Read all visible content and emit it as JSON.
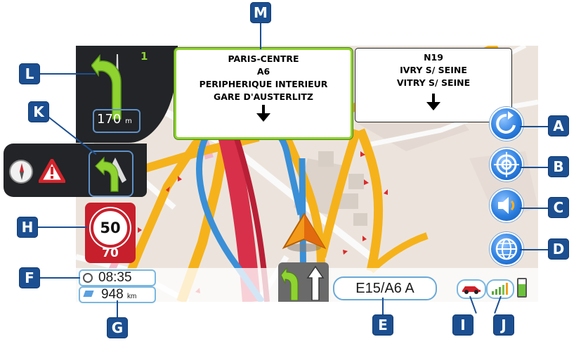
{
  "turn": {
    "distance": "170",
    "unit": "m",
    "exit_number": "1"
  },
  "sign_main": {
    "lines": [
      "PARIS-CENTRE",
      "A6",
      "PERIPHERIQUE INTERIEUR",
      "GARE D'AUSTERLITZ"
    ]
  },
  "sign_right": {
    "lines": [
      "N19",
      "IVRY S/ SEINE",
      "VITRY S/ SEINE"
    ]
  },
  "speed": {
    "limit": "50",
    "current": "70"
  },
  "clock": {
    "time": "08:35"
  },
  "remaining": {
    "distance": "948",
    "unit": "km"
  },
  "road": {
    "name": "E15/A6 A"
  },
  "callouts": {
    "A": "A",
    "B": "B",
    "C": "C",
    "D": "D",
    "E": "E",
    "F": "F",
    "G": "G",
    "H": "H",
    "I": "I",
    "J": "J",
    "K": "K",
    "L": "L",
    "M": "M"
  },
  "icons": {
    "reroute": "reroute-icon",
    "target": "target-icon",
    "volume": "speaker-icon",
    "globe": "globe-icon",
    "compass": "compass-icon",
    "warning": "warning-icon",
    "car": "car-icon",
    "signal": "signal-icon",
    "battery": "battery-icon"
  },
  "colors": {
    "callout": "#1b4f91",
    "turn_arrow": "#8ed330",
    "route": "#3a8fd6",
    "speed_red": "#cc1f2a"
  }
}
